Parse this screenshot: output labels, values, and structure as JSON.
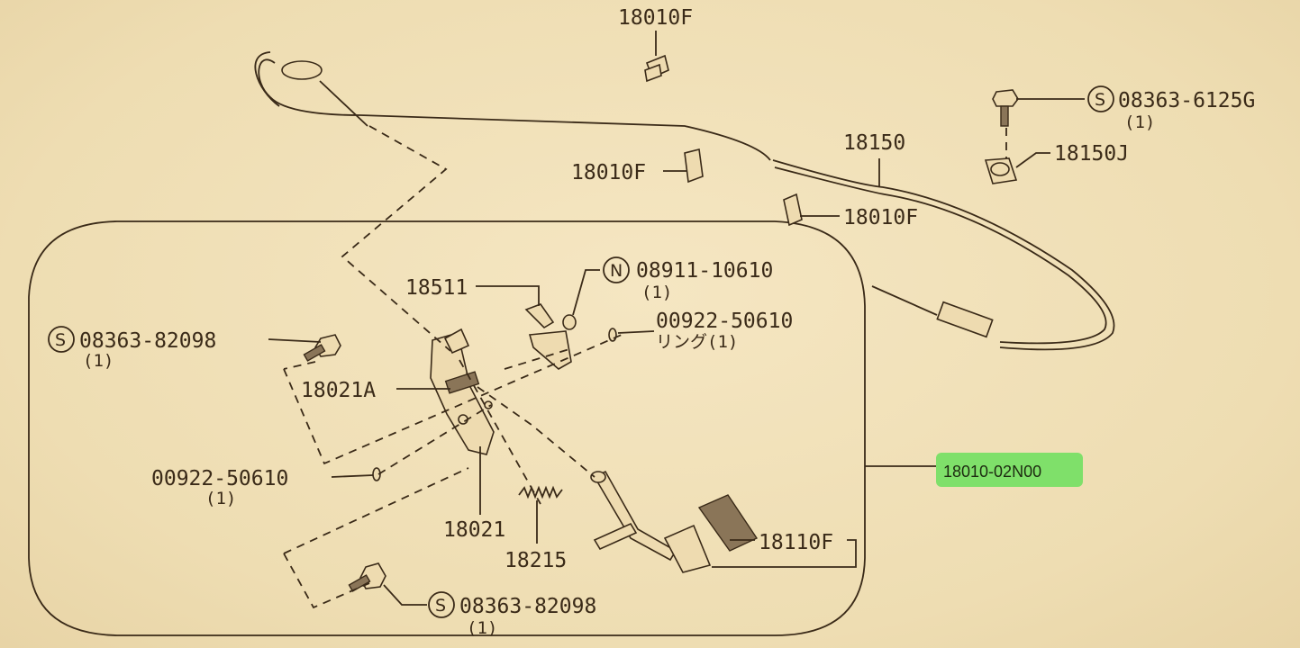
{
  "labels": {
    "top_clip": "18010F",
    "clip_left": "18010F",
    "clip_right": "18010F",
    "cable": "18150",
    "bolt_top_code": "08363-6125G",
    "bolt_top_qty": "(1)",
    "bracket": "18150J",
    "nut_code": "08911-10610",
    "nut_qty": "(1)",
    "bushing_part": "18511",
    "ring_top_code": "00922-50610",
    "ring_top_sub": "リング(1)",
    "bolt_left_code": "08363-82098",
    "bolt_left_qty": "(1)",
    "bracket_a": "18021A",
    "ring_left_code": "00922-50610",
    "ring_left_qty": "(1)",
    "pedal_bracket": "18021",
    "spring": "18215",
    "pedal_pad": "18110F",
    "bolt_bottom_code": "08363-82098",
    "bolt_bottom_qty": "(1)",
    "assembly": "18010-02N00"
  },
  "symbols": {
    "screw": "S",
    "nut": "N"
  },
  "colors": {
    "highlight": "#7fe06a",
    "ink": "#3a2a18"
  }
}
